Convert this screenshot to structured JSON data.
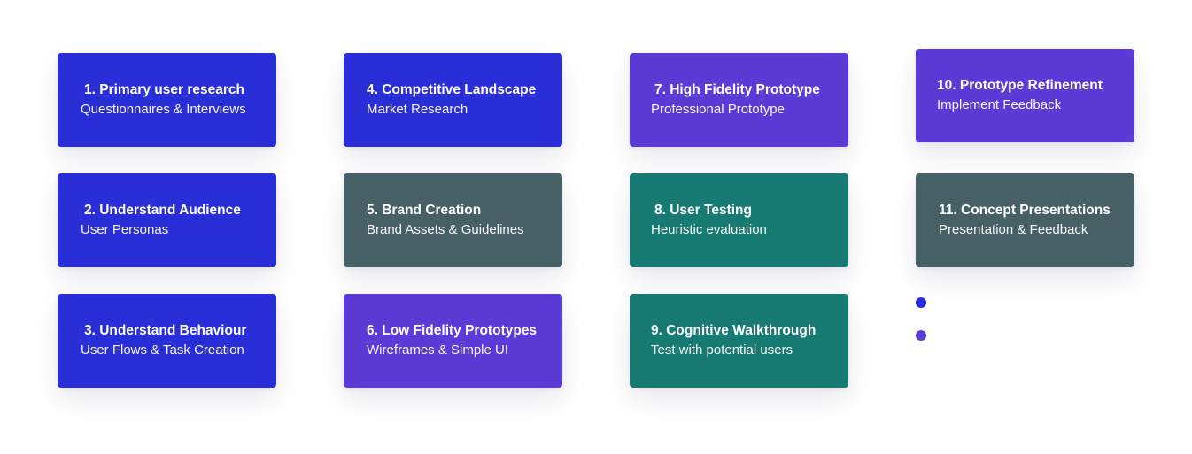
{
  "colors": {
    "blue": "#2a2ed6",
    "purple": "#5b3bd6",
    "slate": "#476066",
    "teal": "#177a73"
  },
  "cards": [
    {
      "title": "1. Primary user research",
      "subtitle": "Questionnaires & Interviews",
      "color": "blue"
    },
    {
      "title": "2. Understand Audience",
      "subtitle": "User Personas",
      "color": "blue"
    },
    {
      "title": "3. Understand Behaviour",
      "subtitle": "User Flows & Task Creation",
      "color": "blue"
    },
    {
      "title": "4. Competitive Landscape",
      "subtitle": "Market Research",
      "color": "blue"
    },
    {
      "title": "5. Brand Creation",
      "subtitle": "Brand Assets & Guidelines",
      "color": "slate"
    },
    {
      "title": "6. Low Fidelity Prototypes",
      "subtitle": "Wireframes & Simple UI",
      "color": "purple"
    },
    {
      "title": "7. High Fidelity Prototype",
      "subtitle": "Professional Prototype",
      "color": "purple"
    },
    {
      "title": "8. User Testing",
      "subtitle": "Heuristic evaluation",
      "color": "teal"
    },
    {
      "title": "9. Cognitive Walkthrough",
      "subtitle": "Test with potential users",
      "color": "teal"
    },
    {
      "title": "10. Prototype Refinement",
      "subtitle": "Implement Feedback",
      "color": "purple"
    },
    {
      "title": "11. Concept Presentations",
      "subtitle": "Presentation & Feedback",
      "color": "slate"
    }
  ],
  "legend_dots": [
    {
      "color": "blue"
    },
    {
      "color": "purple"
    }
  ]
}
